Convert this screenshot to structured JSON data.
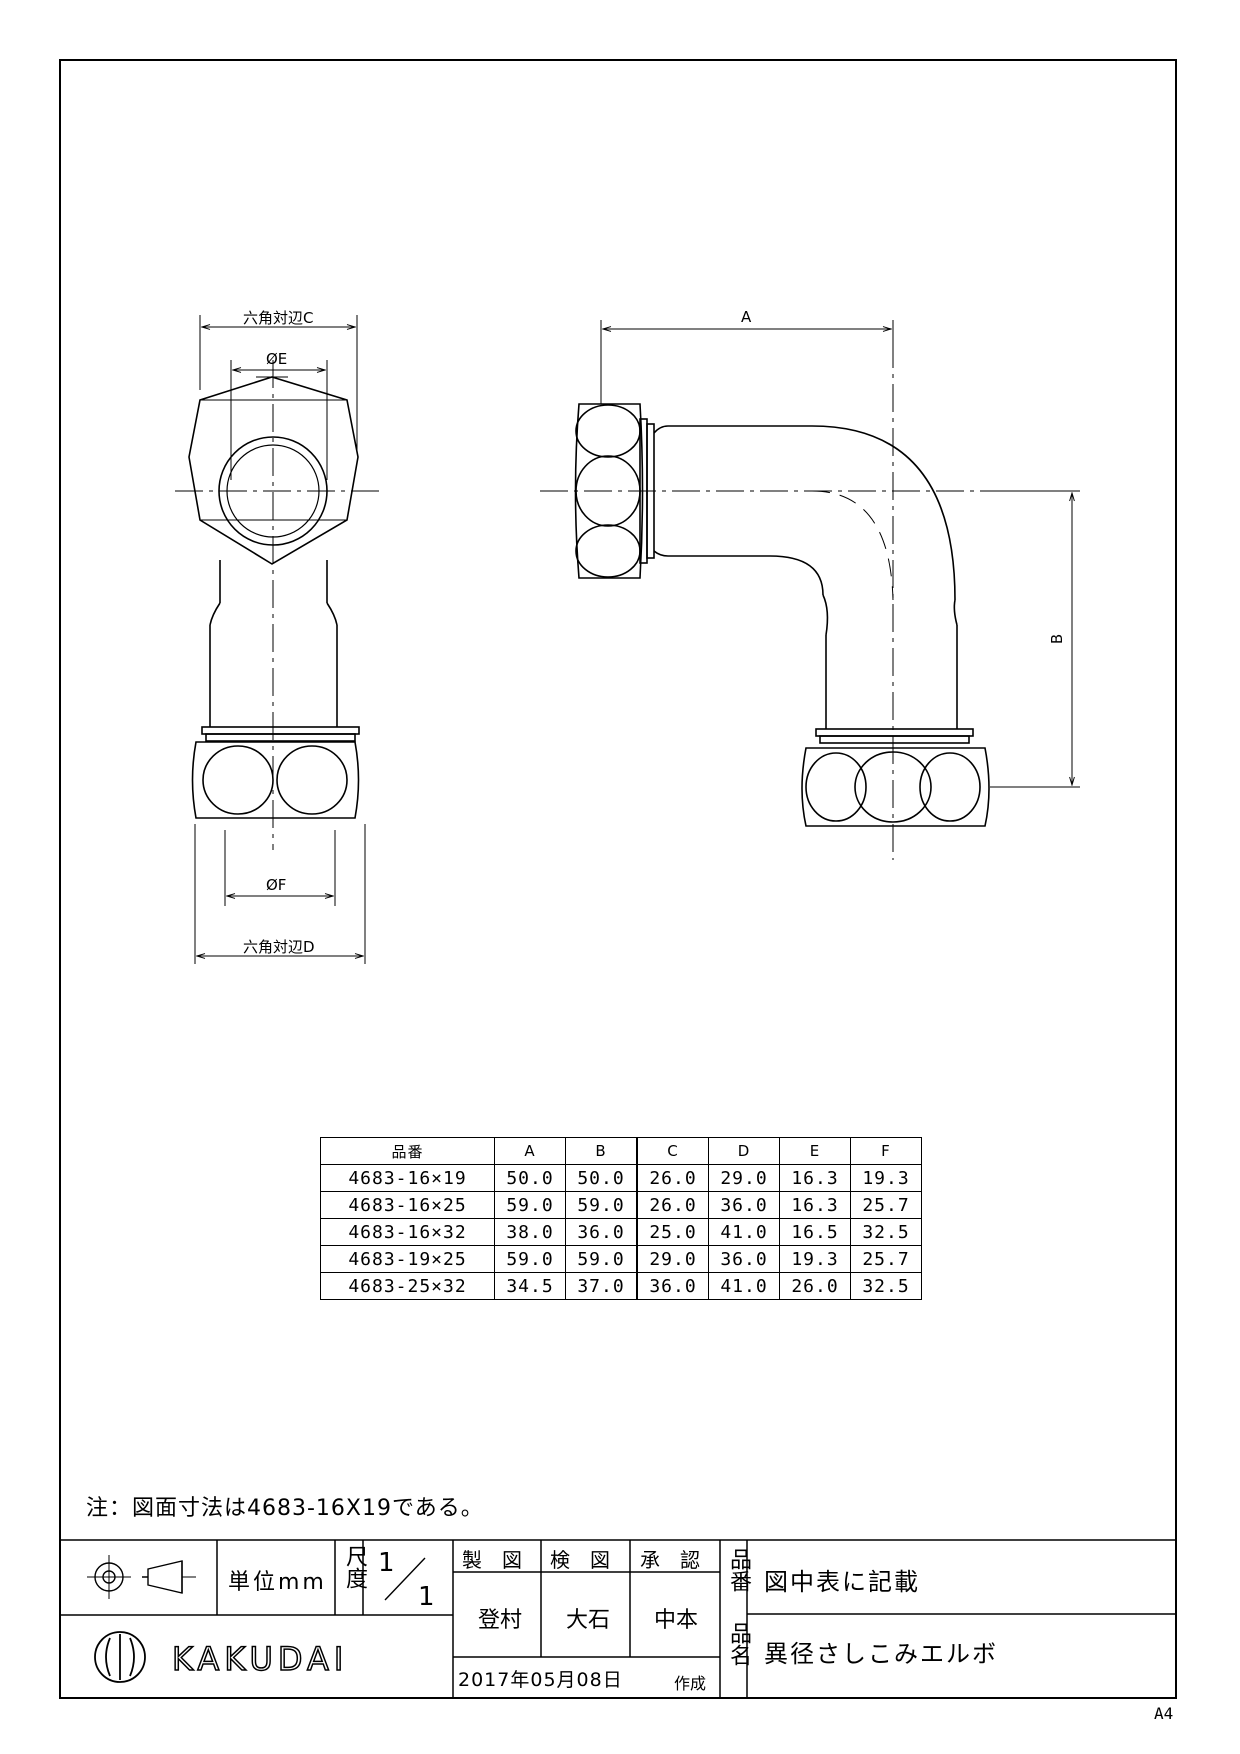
{
  "drawing": {
    "labels": {
      "hex_c": "六角対辺C",
      "dia_e": "ØE",
      "dia_f": "ØF",
      "hex_d": "六角対辺D",
      "dim_a": "A",
      "dim_b": "B"
    }
  },
  "table": {
    "headers": [
      "品番",
      "A",
      "B",
      "C",
      "D",
      "E",
      "F"
    ],
    "rows": [
      [
        "4683-16×19",
        "50.0",
        "50.0",
        "26.0",
        "29.0",
        "16.3",
        "19.3"
      ],
      [
        "4683-16×25",
        "59.0",
        "59.0",
        "26.0",
        "36.0",
        "16.3",
        "25.7"
      ],
      [
        "4683-16×32",
        "38.0",
        "36.0",
        "25.0",
        "41.0",
        "16.5",
        "32.5"
      ],
      [
        "4683-19×25",
        "59.0",
        "59.0",
        "29.0",
        "36.0",
        "19.3",
        "25.7"
      ],
      [
        "4683-25×32",
        "34.5",
        "37.0",
        "36.0",
        "41.0",
        "26.0",
        "32.5"
      ]
    ]
  },
  "note": "注：図面寸法は4683-16X19である。",
  "title_block": {
    "unit": "単位mm",
    "scale_label": "尺度",
    "scale_num": "1",
    "scale_den": "1",
    "drawn_label": "製　図",
    "checked_label": "検　図",
    "approved_label": "承　認",
    "drawn_by": "登村",
    "checked_by": "大石",
    "approved_by": "中本",
    "date": "2017年05月08日",
    "created": "作成",
    "part_no_label": "品番",
    "part_no_value": "図中表に記載",
    "part_name_label": "品名",
    "part_name_value": "異径さしこみエルボ",
    "company": "KAKUDAI"
  },
  "sheet_size": "A4"
}
